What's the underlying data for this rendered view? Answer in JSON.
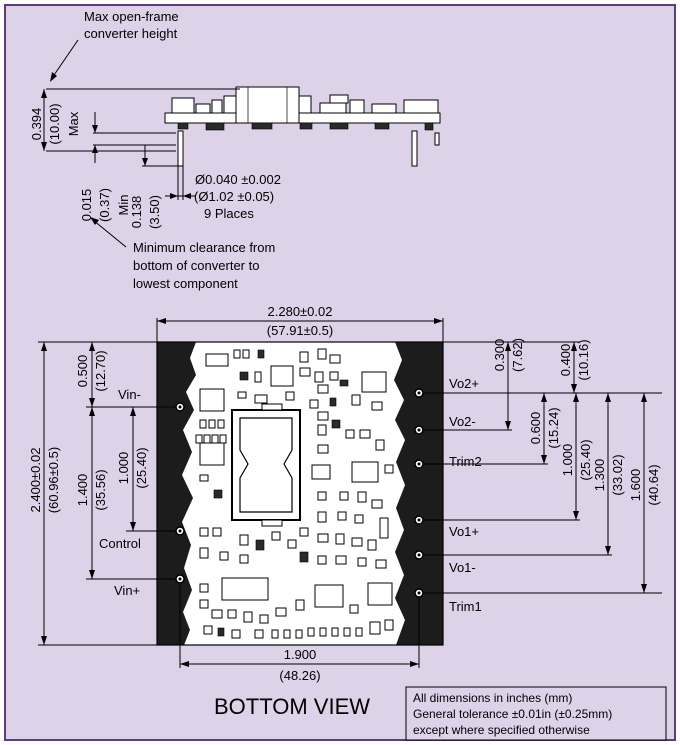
{
  "colors": {
    "background": "#ddd2e7",
    "border": "#5a3f78",
    "drawing": "#000000"
  },
  "side_view": {
    "height_note_line1": "Max open-frame",
    "height_note_line2": "converter height",
    "height_in": "0.394",
    "height_mm": "(10.00)",
    "height_qualifier": "Max",
    "clearance_in": "0.015",
    "clearance_mm": "(0.37)",
    "clearance_qualifier": "Min",
    "pin_len_in": "0.138",
    "pin_len_mm": "(3.50)",
    "pin_dia_in": "Ø0.040 ±0.002",
    "pin_dia_mm": "(Ø1.02 ±0.05)",
    "pin_count": "9 Places",
    "clearance_note_line1": "Minimum clearance from",
    "clearance_note_line2": "bottom of converter to",
    "clearance_note_line3": "lowest component"
  },
  "bottom_view": {
    "title": "BOTTOM VIEW",
    "width_in": "2.280±0.02",
    "width_mm": "(57.91±0.5)",
    "height_in": "2.400±0.02",
    "height_mm": "(60.96±0.5)",
    "pin_span_in": "1.900",
    "pin_span_mm": "(48.26)",
    "left_dims": [
      {
        "in": "0.500",
        "mm": "(12.70)"
      },
      {
        "in": "1.400",
        "mm": "(35.56)"
      },
      {
        "in": "1.000",
        "mm": "(25.40)"
      }
    ],
    "right_dims": [
      {
        "in": "0.300",
        "mm": "(7.62)"
      },
      {
        "in": "0.400",
        "mm": "(10.16)"
      },
      {
        "in": "0.600",
        "mm": "(15.24)"
      },
      {
        "in": "1.000",
        "mm": "(25.40)"
      },
      {
        "in": "1.300",
        "mm": "(33.02)"
      },
      {
        "in": "1.600",
        "mm": "(40.64)"
      }
    ],
    "left_pins": [
      "Vin-",
      "Control",
      "Vin+"
    ],
    "right_pins": [
      "Vo2+",
      "Vo2-",
      "Trim2",
      "Vo1+",
      "Vo1-",
      "Trim1"
    ]
  },
  "notes": {
    "line1": "All dimensions in inches (mm)",
    "line2": "General tolerance ±0.01in (±0.25mm)",
    "line3": "except where specified otherwise"
  }
}
